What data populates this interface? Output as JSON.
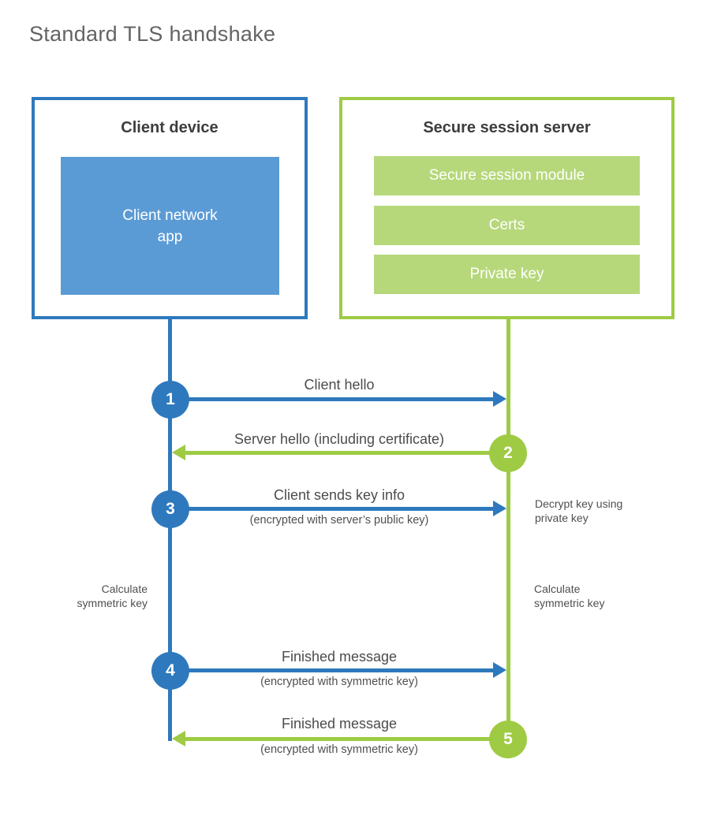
{
  "title": "Standard TLS handshake",
  "client": {
    "title": "Client device",
    "app_line1": "Client network",
    "app_line2": "app"
  },
  "server": {
    "title": "Secure session server",
    "modules": [
      "Secure session module",
      "Certs",
      "Private key"
    ]
  },
  "steps": [
    {
      "num": "1",
      "from": "client",
      "label": "Client hello",
      "sublabel": ""
    },
    {
      "num": "2",
      "from": "server",
      "label": "Server hello (including certificate)",
      "sublabel": ""
    },
    {
      "num": "3",
      "from": "client",
      "label": "Client sends key info",
      "sublabel": "(encrypted with server’s public key)"
    },
    {
      "num": "4",
      "from": "client",
      "label": "Finished message",
      "sublabel": "(encrypted with symmetric key)"
    },
    {
      "num": "5",
      "from": "server",
      "label": "Finished message",
      "sublabel": "(encrypted with symmetric key)"
    }
  ],
  "notes": {
    "decrypt": "Decrypt key using\nprivate key",
    "calculate_left": "Calculate\nsymmetric key",
    "calculate_right": "Calculate\nsymmetric key"
  },
  "colors": {
    "client_line": "#2e79bd",
    "client_fill": "#5b9bd5",
    "server_line": "#9ecb43",
    "server_fill": "#b6d87b",
    "title_text": "#646464",
    "label_text": "#4c4c4c",
    "header_text": "#3d3d3d"
  }
}
